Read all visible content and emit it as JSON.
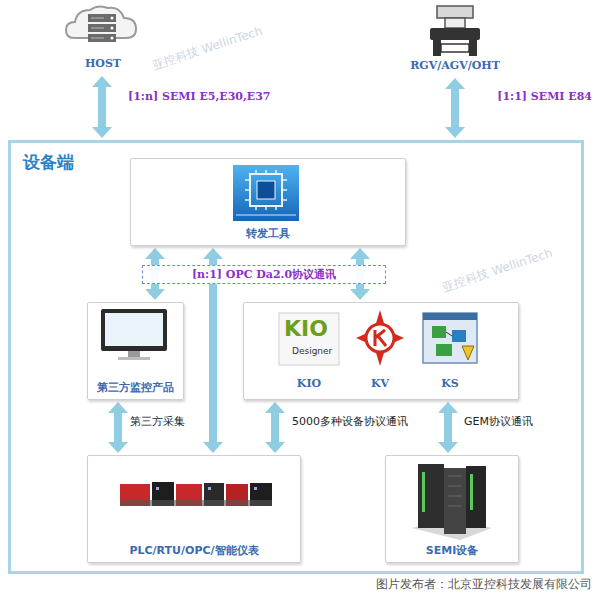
{
  "diagram": {
    "caption": "图片发布者：北京亚控科技发展有限公司",
    "nodes": [
      {
        "text": [
          "HOST"
        ]
      },
      {
        "text": [
          "RGV/AGV/OHT"
        ]
      },
      {
        "text": [
          "设备端"
        ]
      },
      {
        "text": [
          "转发工具"
        ],
        "in": 2
      },
      {
        "text": [
          "第三方监控产品"
        ],
        "in": 2
      },
      {
        "text": [],
        "in": 2
      },
      {
        "text": [
          "KIO"
        ],
        "in": 5
      },
      {
        "text": [
          "KV"
        ],
        "in": 5
      },
      {
        "text": [
          "KS"
        ],
        "in": 5
      },
      {
        "text": [
          "PLC/RTU/OPC/智能仪表"
        ],
        "in": 2
      },
      {
        "text": [
          "SEMI设备"
        ],
        "in": 2
      }
    ],
    "edges": [
      {
        "from": 0,
        "to": 2,
        "label": "[1:n] SEMI E5,E30,E37",
        "arrow": "both"
      },
      {
        "from": 1,
        "to": 2,
        "label": "[1:1] SEMI E84",
        "arrow": "both"
      },
      {
        "from": 3,
        "to": 4,
        "arrow": "both"
      },
      {
        "from": 3,
        "to": 5,
        "arrow": "both"
      },
      {
        "from": 3,
        "to": 9,
        "arrow": "both"
      },
      {
        "from": 4,
        "to": 9,
        "label": "第三方采集",
        "arrow": "both"
      },
      {
        "from": 5,
        "to": 9,
        "label": "5000多种设备协议通讯",
        "arrow": "both"
      },
      {
        "from": 5,
        "to": 10,
        "label": "GEM协议通讯",
        "arrow": "both"
      }
    ],
    "labels": [
      "[n:1] OPC Da2.0协议通讯",
      "KIO",
      "Designer",
      "亚控科技 WellinTech",
      "亚控科技 WellinTech"
    ]
  }
}
